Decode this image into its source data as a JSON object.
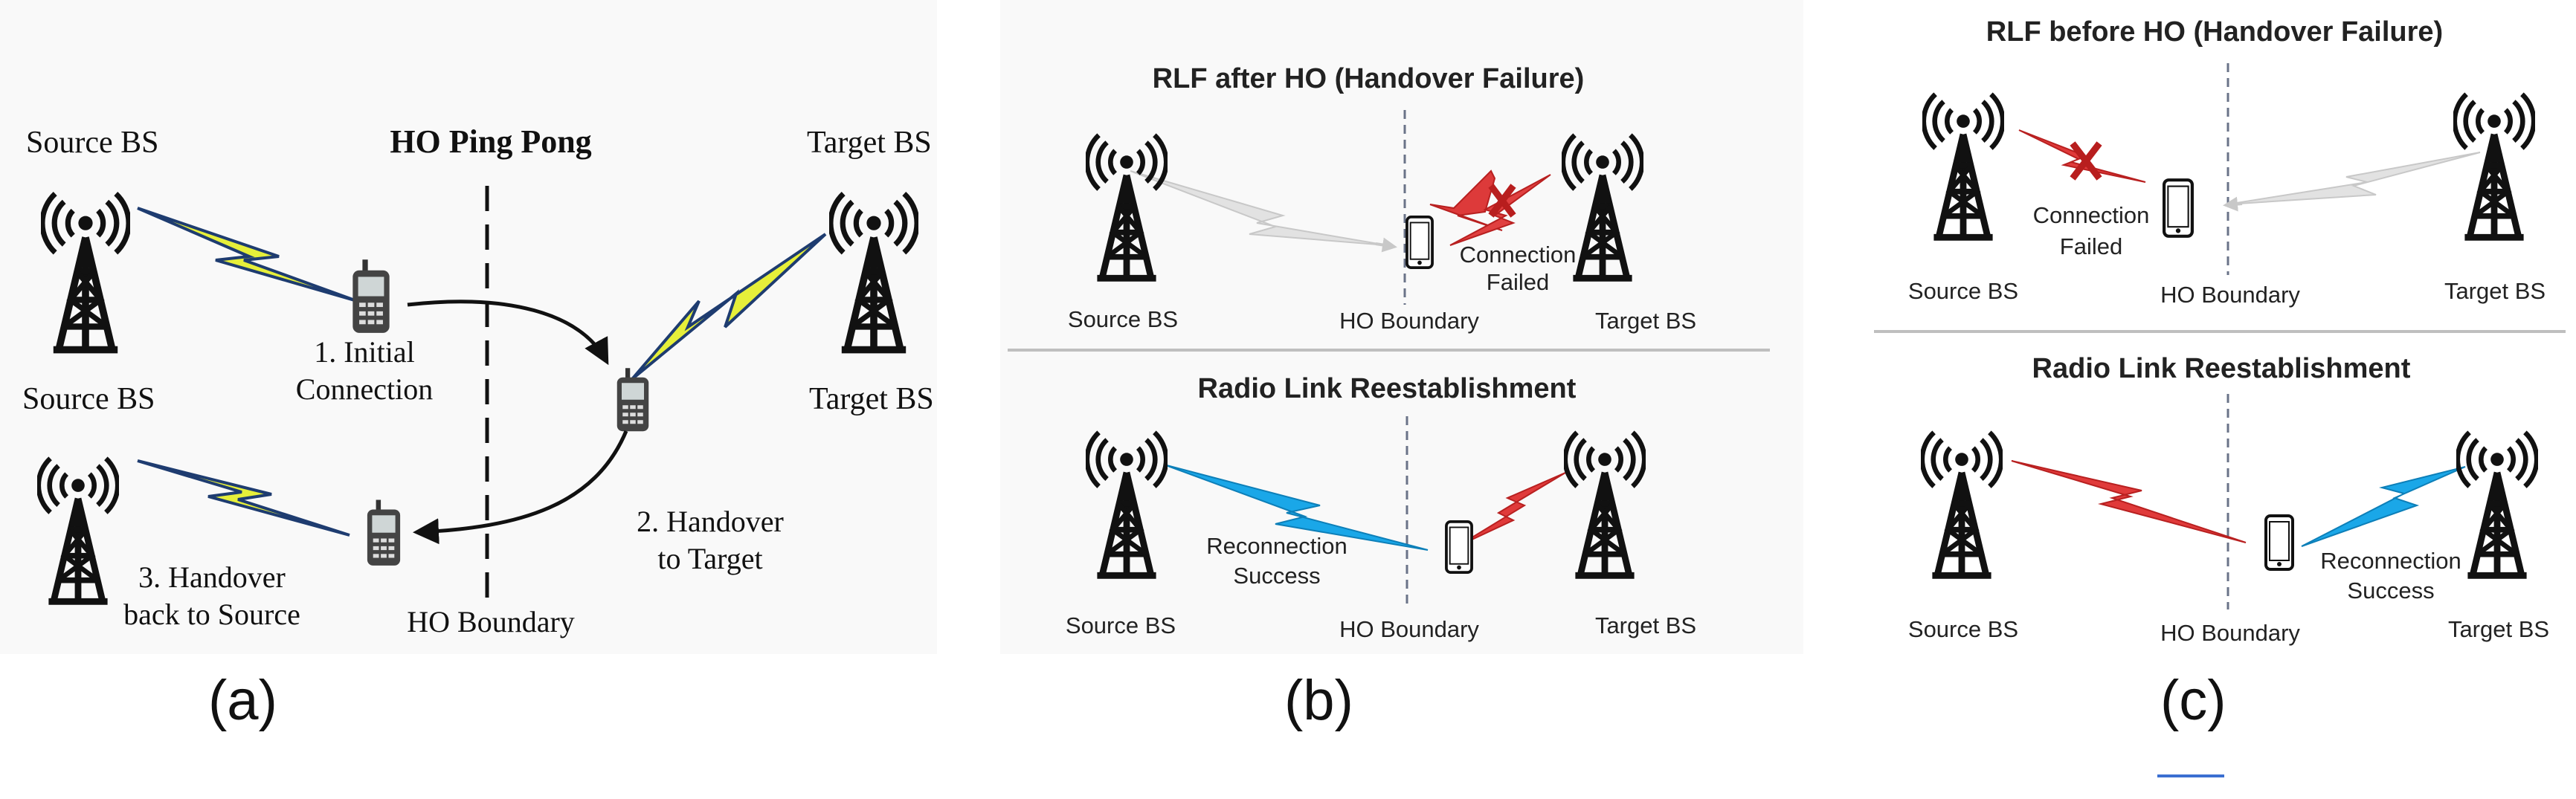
{
  "panel_a": {
    "title": "HO Ping Pong",
    "source_bs_top": "Source BS",
    "target_bs_top": "Target BS",
    "source_bs_bottom": "Source BS",
    "target_bs_bottom": "Target BS",
    "step1_line1": "1. Initial",
    "step1_line2": "Connection",
    "step2_line1": "2. Handover",
    "step2_line2": "to Target",
    "step3_line1": "3. Handover",
    "step3_line2": "back to Source",
    "boundary": "HO Boundary"
  },
  "panel_b": {
    "top_title": "RLF after HO (Handover Failure)",
    "top_source": "Source BS",
    "top_boundary": "HO Boundary",
    "top_target": "Target BS",
    "top_fail_line1": "Connection",
    "top_fail_line2": "Failed",
    "bottom_title": "Radio Link Reestablishment",
    "bottom_source": "Source BS",
    "bottom_boundary": "HO Boundary",
    "bottom_target": "Target BS",
    "bottom_success_line1": "Reconnection",
    "bottom_success_line2": "Success"
  },
  "panel_c": {
    "top_title": "RLF before HO (Handover Failure)",
    "top_source": "Source BS",
    "top_boundary": "HO Boundary",
    "top_target": "Target BS",
    "top_fail_line1": "Connection",
    "top_fail_line2": "Failed",
    "bottom_title": "Radio Link Reestablishment",
    "bottom_source": "Source BS",
    "bottom_boundary": "HO Boundary",
    "bottom_target": "Target BS",
    "bottom_success_line1": "Reconnection",
    "bottom_success_line2": "Success"
  },
  "captions": {
    "a": "(a)",
    "b": "(b)",
    "c": "(c)"
  },
  "colors": {
    "yellow_link": "#e6ef3a",
    "blue_link": "#1aa7e8",
    "red_link": "#e03a3a",
    "gray_link": "#d4d4d4"
  }
}
